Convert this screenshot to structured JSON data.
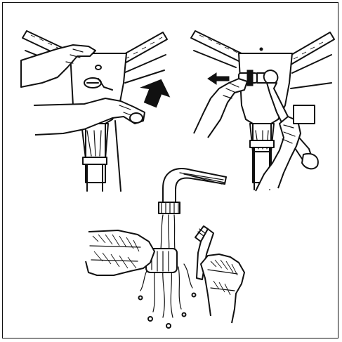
{
  "panels": [
    {
      "id": "step-remove-cover",
      "icon": "arrow-up-icon"
    },
    {
      "id": "step-unscrew-filter",
      "icon": "arrow-left-icon"
    },
    {
      "id": "step-rinse-filter",
      "icon": "toothbrush-icon"
    }
  ],
  "colors": {
    "ink": "#111111",
    "paper": "#ffffff"
  }
}
